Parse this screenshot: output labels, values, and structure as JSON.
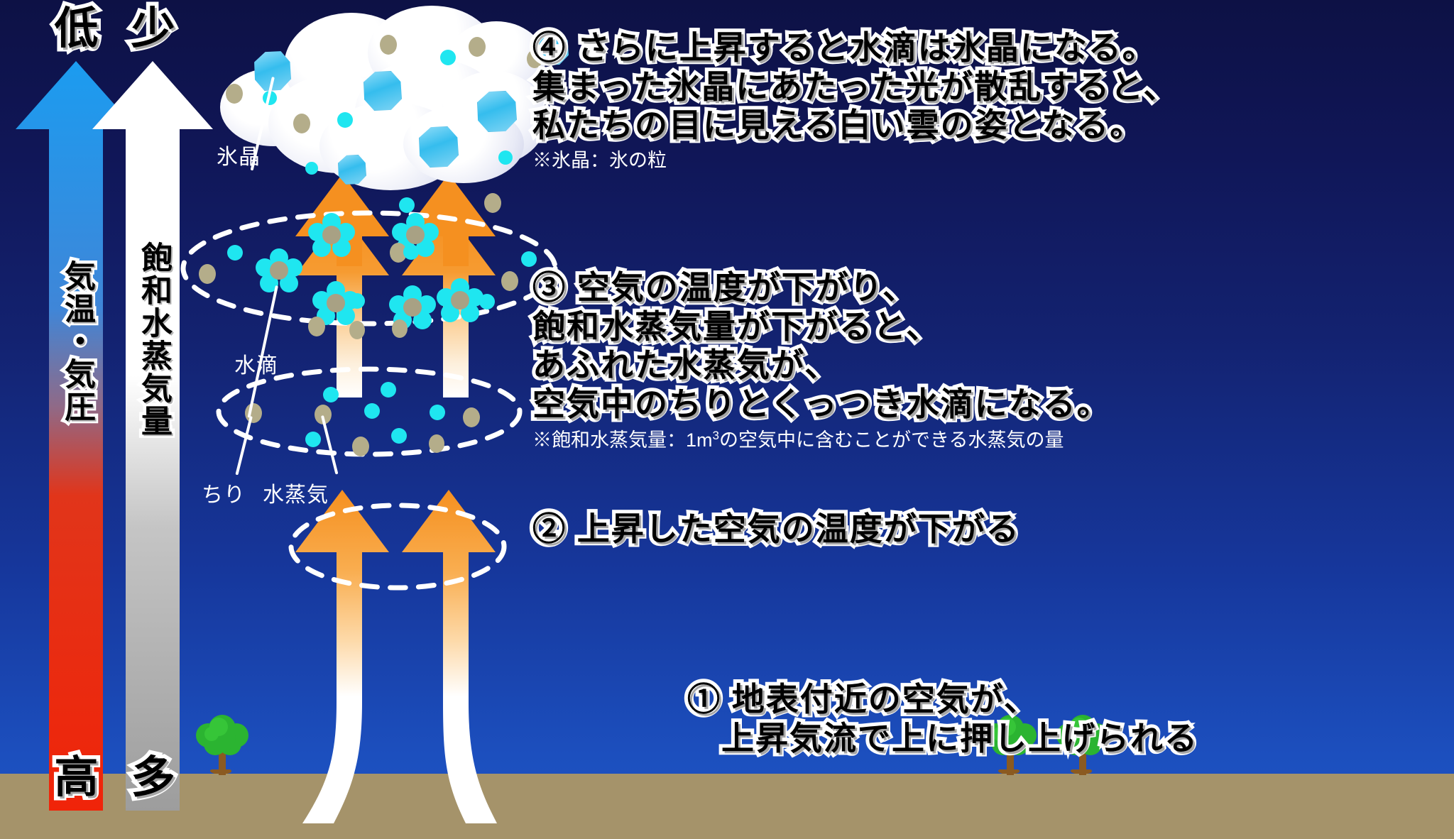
{
  "meta": {
    "title": "雲のできかた（上昇気流と雲の発生）",
    "bg_top": "#0d1145",
    "bg_bottom": "#2055c4",
    "ground_color": "#a5936a",
    "vapor_color": "#1fe6f0",
    "dust_color": "#b4ad8a",
    "ice_color": "#35bdee",
    "arrow_orange": "#f59020"
  },
  "scales": [
    {
      "name": "temperature-pressure",
      "top_label": "低",
      "bottom_label": "高",
      "vertical_label": "気温・気圧",
      "arrow_top_color": "#1b9cf0",
      "arrow_bottom_color": "#f02409"
    },
    {
      "name": "saturation-vapor",
      "top_label": "少",
      "bottom_label": "多",
      "vertical_label": "飽和水蒸気量",
      "arrow_top_color": "#ffffff",
      "arrow_bottom_color": "#9d9d9d"
    }
  ],
  "diagram_labels": [
    {
      "name": "ice-crystal",
      "text": "氷晶"
    },
    {
      "name": "water-droplet",
      "text": "水滴"
    },
    {
      "name": "dust",
      "text": "ちり"
    },
    {
      "name": "water-vapor",
      "text": "水蒸気"
    }
  ],
  "steps": [
    {
      "number": "④",
      "lines": [
        "④ さらに上昇すると水滴は氷晶になる。",
        "集まった氷晶にあたった光が散乱すると、",
        "私たちの目に見える白い雲の姿となる。"
      ],
      "note": "※氷晶：氷の粒"
    },
    {
      "number": "③",
      "lines": [
        "③ 空気の温度が下がり、",
        "飽和水蒸気量が下がると、",
        "あふれた水蒸気が、",
        "空気中のちりとくっつき水滴になる。"
      ],
      "note_prefix": "※飽和水蒸気量：1m",
      "note_sup": "3",
      "note_suffix": "の空気中に含むことができる水蒸気の量"
    },
    {
      "number": "②",
      "lines": [
        "② 上昇した空気の温度が下がる"
      ],
      "note": ""
    },
    {
      "number": "①",
      "lines": [
        "① 地表付近の空気が、",
        "上昇気流で上に押し上げられる"
      ],
      "note": ""
    }
  ]
}
